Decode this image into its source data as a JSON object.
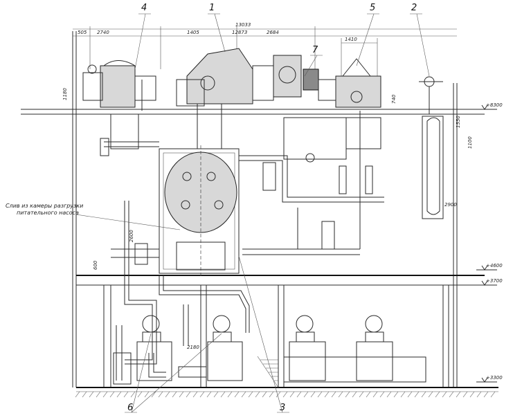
{
  "callouts": {
    "c1": "1",
    "c2": "2",
    "c3": "3",
    "c4": "4",
    "c5": "5",
    "c6": "6",
    "c7": "7"
  },
  "note": {
    "line1": "Слив из камеры разгрузки",
    "line2": "питательного насоса"
  },
  "dimensions": {
    "d13033": "13033",
    "d12873": "12873",
    "d2740": "2740",
    "d1405": "1405",
    "d2684": "2684",
    "d1410": "1410",
    "d505": "505",
    "d1180": "1180",
    "d740": "740",
    "d1550": "1550",
    "d1100": "1100",
    "d2900": "2900",
    "d2600": "2600",
    "d600": "600",
    "d2180": "2180"
  },
  "levels": {
    "l8300": "+8300",
    "l4600": "+4600",
    "l3700": "+3700",
    "l3300": "+3300"
  }
}
